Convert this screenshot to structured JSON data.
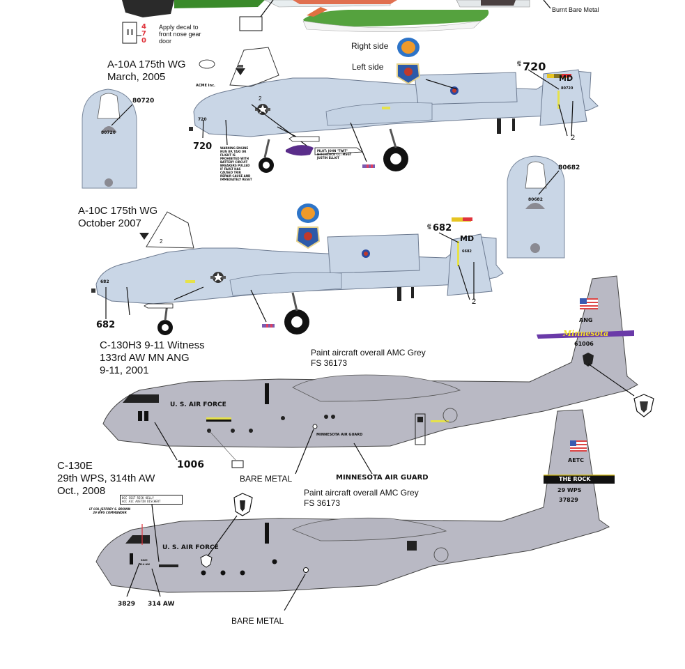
{
  "sheet": {
    "top_strip": {
      "callout_burnt": "Burnt Bare Metal",
      "decal_digits": [
        "4",
        "7",
        "0"
      ],
      "decal_note": [
        "Apply decal to",
        "front nose gear",
        "door"
      ]
    },
    "a10a": {
      "title_lines": [
        "A-10A 175th WG",
        "March, 2005"
      ],
      "right_side_label": "Right side",
      "left_side_label": "Left side",
      "tail_prefix": "AF 78",
      "tail_number": "720",
      "tail_code": "MD",
      "tail_small": "80720",
      "callout_2": "2",
      "nose_number": "720",
      "front_view_number": "80720",
      "front_view_small": "80720",
      "acme_text": "ACME Inc.",
      "warning_text": "WARNING ENGINE RUN UP, TAXI OR FLIGHT IS PROHIBITED WITH BATTERY CIRCUIT BREAKERS PULLED IF FAULT HAS CAUSED TRIP, REPAIR CAUSE AND IMMEDIATELY RESET",
      "pilot_text": "PILOT: JOHN \"TWIT\" HITCHCOCK CC: MSGT JUSTIN ELLIOT"
    },
    "a10c": {
      "title_lines": [
        "A-10C 175th WG",
        "October 2007"
      ],
      "tail_prefix": "AF 78",
      "tail_number": "682",
      "tail_code": "MD",
      "tail_small": "6682",
      "callout_2": "2",
      "nose_number": "682",
      "front_view_number": "80682",
      "front_view_small": "80682"
    },
    "c130h3": {
      "title_lines": [
        "C-130H3 9-11 Witness",
        "133rd AW MN ANG",
        "9-11, 2001"
      ],
      "paint_note": [
        "Paint aircraft overall AMC Grey",
        "FS 36173"
      ],
      "fuselage_text": "U. S. AIR FORCE",
      "tail_unit": "ANG",
      "tail_stripe": "Minnesota",
      "tail_serial": "61006",
      "nose_callout": "1006",
      "bare_metal": "BARE METAL",
      "guard_callout": "MINNESOTA AIR GUARD",
      "guard_small": "MINNESOTA AIR GUARD"
    },
    "c130e": {
      "title_lines": [
        "C-130E",
        "29th WPS, 314th AW",
        "Oct., 2008"
      ],
      "paint_note": [
        "Paint aircraft overall AMC Grey",
        "FS 36173"
      ],
      "crew_box": [
        "DCC SSGT RICK KELLY",
        "ACC A1C AUSTIN DISCHERT"
      ],
      "commander": [
        "LT COL JEFFREY S. BROWN",
        "29 WPS COMMANDER"
      ],
      "fuselage_text": "U. S. AIR FORCE",
      "tail_unit": "AETC",
      "tail_stripe": "THE ROCK",
      "tail_squadron": "29 WPS",
      "tail_serial": "37829",
      "callout_serial": "3829",
      "callout_wing": "314 AW",
      "bare_metal": "BARE METAL"
    }
  },
  "colors": {
    "a10_grey": "#c9d6e6",
    "c130_grey": "#b9b9c4",
    "decal_red": "#e0343c",
    "minnesota_purple": "#6a3aa8",
    "minnesota_yellow": "#f2e02a",
    "green_camo": "#4f9a3a"
  }
}
